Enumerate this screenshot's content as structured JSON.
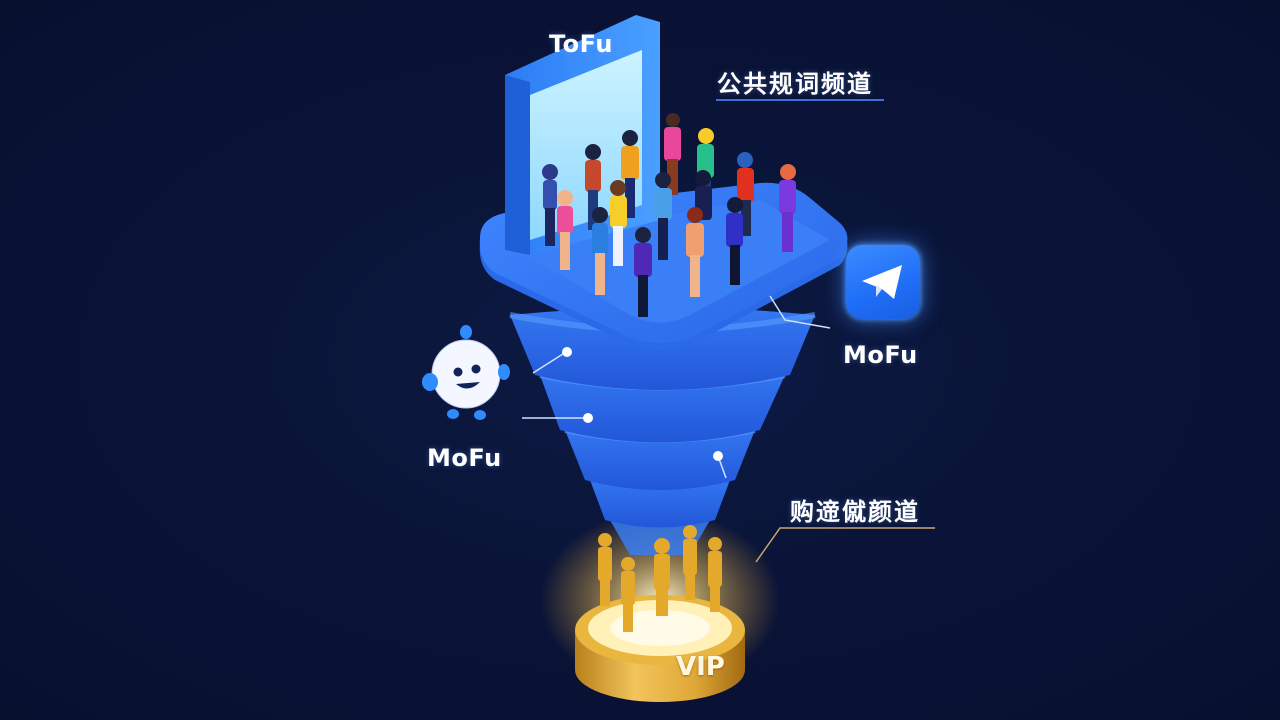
{
  "labels": {
    "tofu": "ToFu",
    "public_channel": "公共规词频道",
    "mofu_right": "MoFu",
    "mofu_left": "MoFu",
    "purchase_channel": "购遆僦颜道",
    "vip": "VIP"
  },
  "icons": {
    "right_app": "telegram-paper-plane-icon",
    "left_app": "smiling-bot-mascot-icon"
  },
  "colors": {
    "background": "#0a1438",
    "funnel_blue": "#2f6fe8",
    "funnel_light": "#4a8dff",
    "door_screen": "#a8e6ff",
    "gold": "#e8b23a",
    "public_underline": "#3d6fd6",
    "purchase_underline": "#c9a76a",
    "text": "#ffffff"
  },
  "diagram": {
    "type": "marketing-funnel",
    "stages": [
      "ToFu",
      "MoFu",
      "MoFu",
      "VIP"
    ],
    "funnel_tiers": 5
  }
}
